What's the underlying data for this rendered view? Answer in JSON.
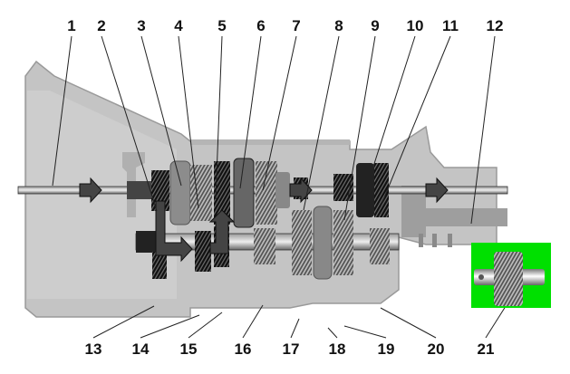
{
  "callouts": {
    "top": [
      "1",
      "2",
      "3",
      "4",
      "5",
      "6",
      "7",
      "8",
      "9",
      "10",
      "11",
      "12"
    ],
    "bottom": [
      "13",
      "14",
      "15",
      "16",
      "17",
      "18",
      "19",
      "20",
      "21"
    ]
  },
  "colors": {
    "housing": "#c4c4c4",
    "housing_dark": "#a9a9a9",
    "inset_bg": "#00e000",
    "gear_dark": "#222222"
  }
}
